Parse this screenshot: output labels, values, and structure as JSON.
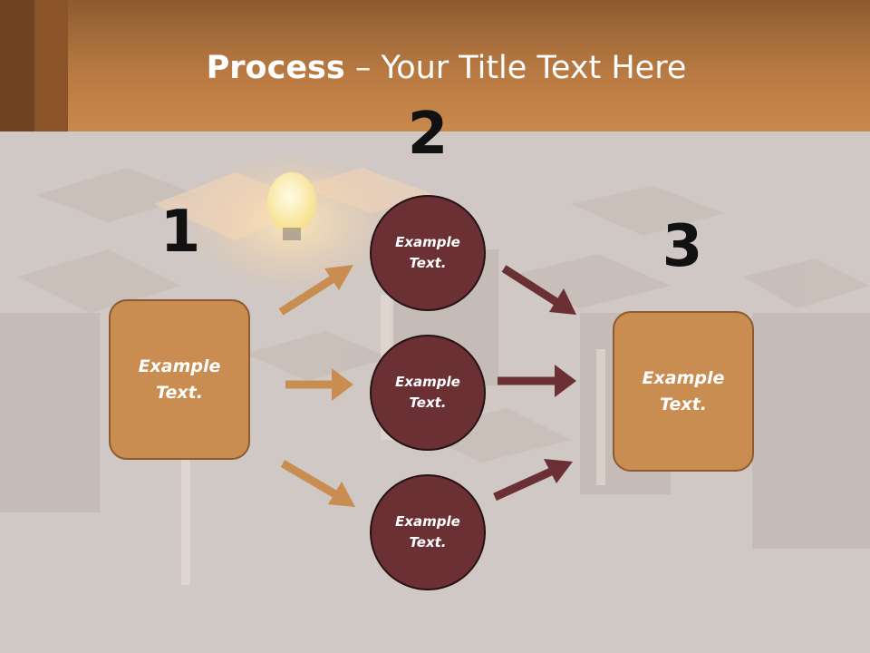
{
  "slide": {
    "title_bold": "Process",
    "title_rest": " – Your Title Text Here"
  },
  "steps": {
    "n1": "1",
    "n2": "2",
    "n3": "3"
  },
  "boxes": {
    "left": "Example Text.",
    "right": "Example Text."
  },
  "circles": {
    "top": "Example Text.",
    "middle": "Example Text.",
    "bottom": "Example Text."
  },
  "colors": {
    "header": "#b87a42",
    "box_fill": "#c98c51",
    "circle_fill": "#6a3034",
    "arrow_light": "#c98c51",
    "arrow_dark": "#6a3034",
    "background": "#cfc8c4"
  },
  "icons": {
    "background": "light-bulb-in-boxes-photo",
    "arrows_left": "arrow-right-light",
    "arrows_right": "arrow-right-dark"
  }
}
